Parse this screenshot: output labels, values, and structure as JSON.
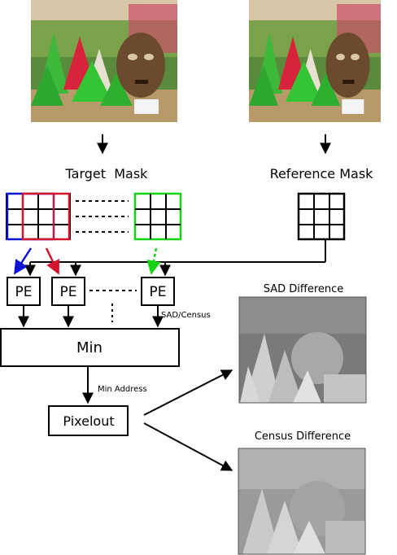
{
  "labels": {
    "target_mask": "Target  Mask",
    "reference_mask": "Reference Mask",
    "pe": "PE",
    "sad_census": "SAD/Census",
    "min": "Min",
    "min_address": "Min Address",
    "pixelout": "Pixelout",
    "sad_difference": "SAD Difference",
    "census_difference": "Census Difference"
  },
  "colors": {
    "blue": "#0a14d2",
    "red": "#d2142d",
    "green": "#14d214",
    "black": "#000000"
  },
  "images": {
    "target_scene": "stereo-cones-target-photo",
    "reference_scene": "stereo-cones-reference-photo",
    "sad_map": "sad-disparity-map",
    "census_map": "census-disparity-map"
  }
}
